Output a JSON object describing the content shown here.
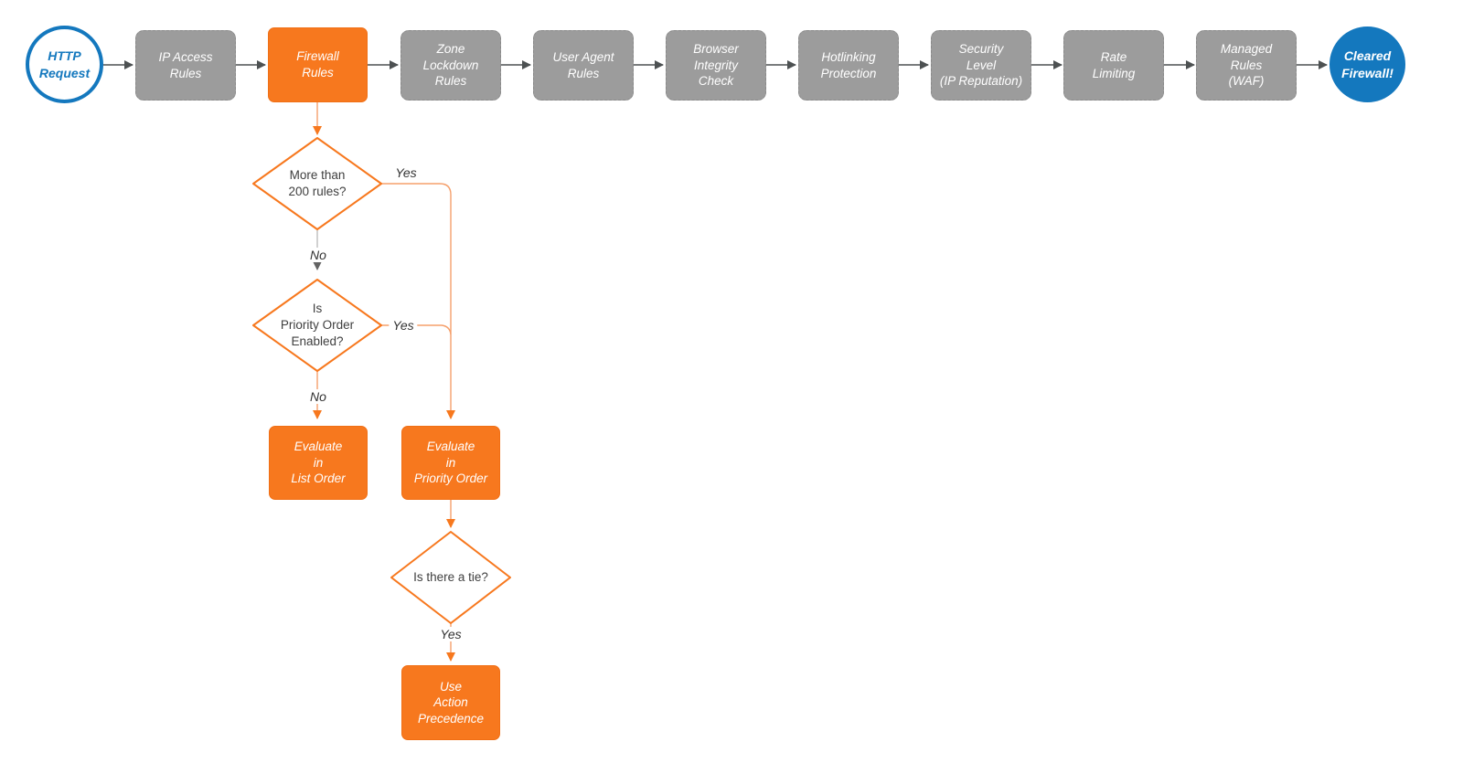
{
  "colors": {
    "accent_orange": "#f7781e",
    "orange_line": "#f5a06c",
    "node_gray": "#9c9c9c",
    "brand_blue": "#1478be",
    "line_gray": "#4d5152",
    "text_dark": "#3f3f3f"
  },
  "pipeline": {
    "start": "HTTP\nRequest",
    "steps": [
      "IP Access\nRules",
      "Firewall\nRules",
      "Zone\nLockdown\nRules",
      "User Agent\nRules",
      "Browser\nIntegrity\nCheck",
      "Hotlinking\nProtection",
      "Security\nLevel\n(IP Reputation)",
      "Rate\nLimiting",
      "Managed\nRules\n(WAF)"
    ],
    "end": "Cleared\nFirewall!"
  },
  "decisions": {
    "more_than_200": "More than\n200 rules?",
    "priority_enabled": "Is\nPriority Order\nEnabled?",
    "tie": "Is there a tie?"
  },
  "actions": {
    "list_order": "Evaluate\nin\nList Order",
    "priority_order": "Evaluate\nin\nPriority Order",
    "action_precedence": "Use\nAction\nPrecedence"
  },
  "edge_labels": {
    "d1_yes": "Yes",
    "d1_no": "No",
    "d2_yes": "Yes",
    "d2_no": "No",
    "d3_yes": "Yes"
  }
}
